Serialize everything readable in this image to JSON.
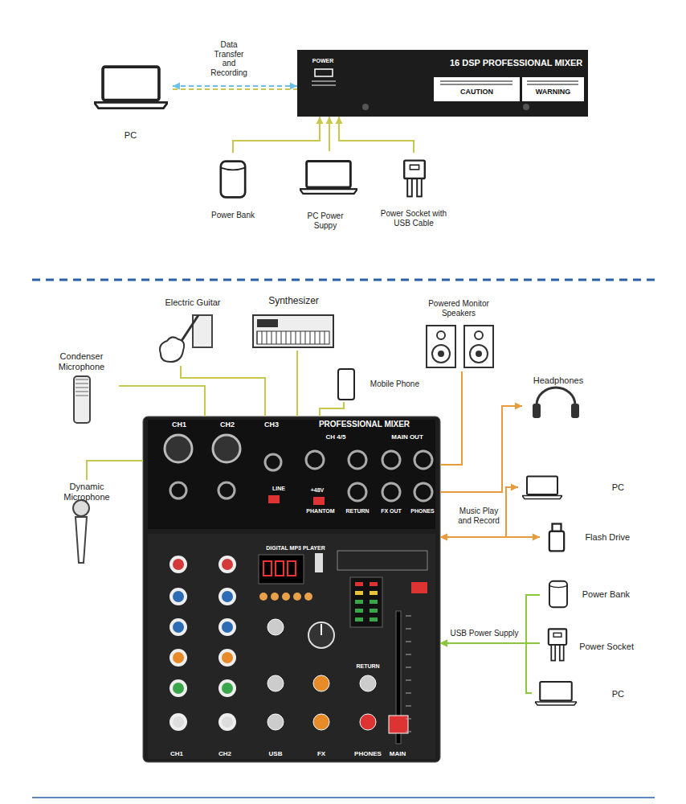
{
  "diagram": {
    "nodes": [
      {
        "text": [
          "PC"
        ]
      },
      {
        "text": [
          "16 DSP PROFESSIONAL MIXER",
          "POWER",
          "CAUTION",
          "WARNING"
        ]
      },
      {
        "text": [
          "Power Bank"
        ]
      },
      {
        "text": [
          "PC Power Suppy"
        ]
      },
      {
        "text": [
          "Power Socket with USB Cable"
        ]
      },
      {
        "text": [
          "Electric Guitar"
        ]
      },
      {
        "text": [
          "Synthesizer"
        ]
      },
      {
        "text": [
          "Condenser Microphone"
        ]
      },
      {
        "text": [
          "Dynamic Microphone"
        ]
      },
      {
        "text": [
          "Mobile Phone"
        ]
      },
      {
        "text": [
          "Powered Monitor Speakers"
        ]
      },
      {
        "text": [
          "Headphones"
        ]
      },
      {
        "text": [
          "PROFESSIONAL MIXER",
          "CH1",
          "CH2",
          "CH3",
          "CH 4/5",
          "MAIN OUT",
          "LINE",
          "+48V",
          "PHANTOM",
          "RETURN",
          "FX OUT",
          "PHONES",
          "DIGITAL MP3 PLAYER",
          "RETURN",
          "CH1",
          "CH2",
          "USB",
          "FX",
          "PHONES",
          "MAIN"
        ]
      },
      {
        "text": [
          "PC"
        ]
      },
      {
        "text": [
          "Flash Drive"
        ]
      },
      {
        "text": [
          "Power Bank"
        ]
      },
      {
        "text": [
          "Power Socket"
        ]
      },
      {
        "text": [
          "PC"
        ]
      }
    ],
    "edges": [
      {
        "from": 0,
        "to": 1,
        "arrow": "both",
        "label": "Data Transfer and Recording"
      },
      {
        "from": 2,
        "to": 1,
        "arrow": "to"
      },
      {
        "from": 3,
        "to": 1,
        "arrow": "to"
      },
      {
        "from": 4,
        "to": 1,
        "arrow": "to"
      },
      {
        "from": 7,
        "to": 12,
        "arrow": "none"
      },
      {
        "from": 8,
        "to": 12,
        "arrow": "none"
      },
      {
        "from": 5,
        "to": 12,
        "arrow": "none"
      },
      {
        "from": 6,
        "to": 12,
        "arrow": "none"
      },
      {
        "from": 9,
        "to": 12,
        "arrow": "none"
      },
      {
        "from": 12,
        "to": 10,
        "arrow": "none"
      },
      {
        "from": 12,
        "to": 11,
        "arrow": "to"
      },
      {
        "from": 12,
        "to": 13,
        "arrow": "both",
        "label": "Music Play and Record"
      },
      {
        "from": 12,
        "to": 14,
        "arrow": "both"
      },
      {
        "from": 15,
        "to": 12,
        "arrow": "to",
        "label": "USB Power Supply"
      },
      {
        "from": 16,
        "to": 12,
        "arrow": "to"
      },
      {
        "from": 17,
        "to": 12,
        "arrow": "to"
      }
    ]
  }
}
